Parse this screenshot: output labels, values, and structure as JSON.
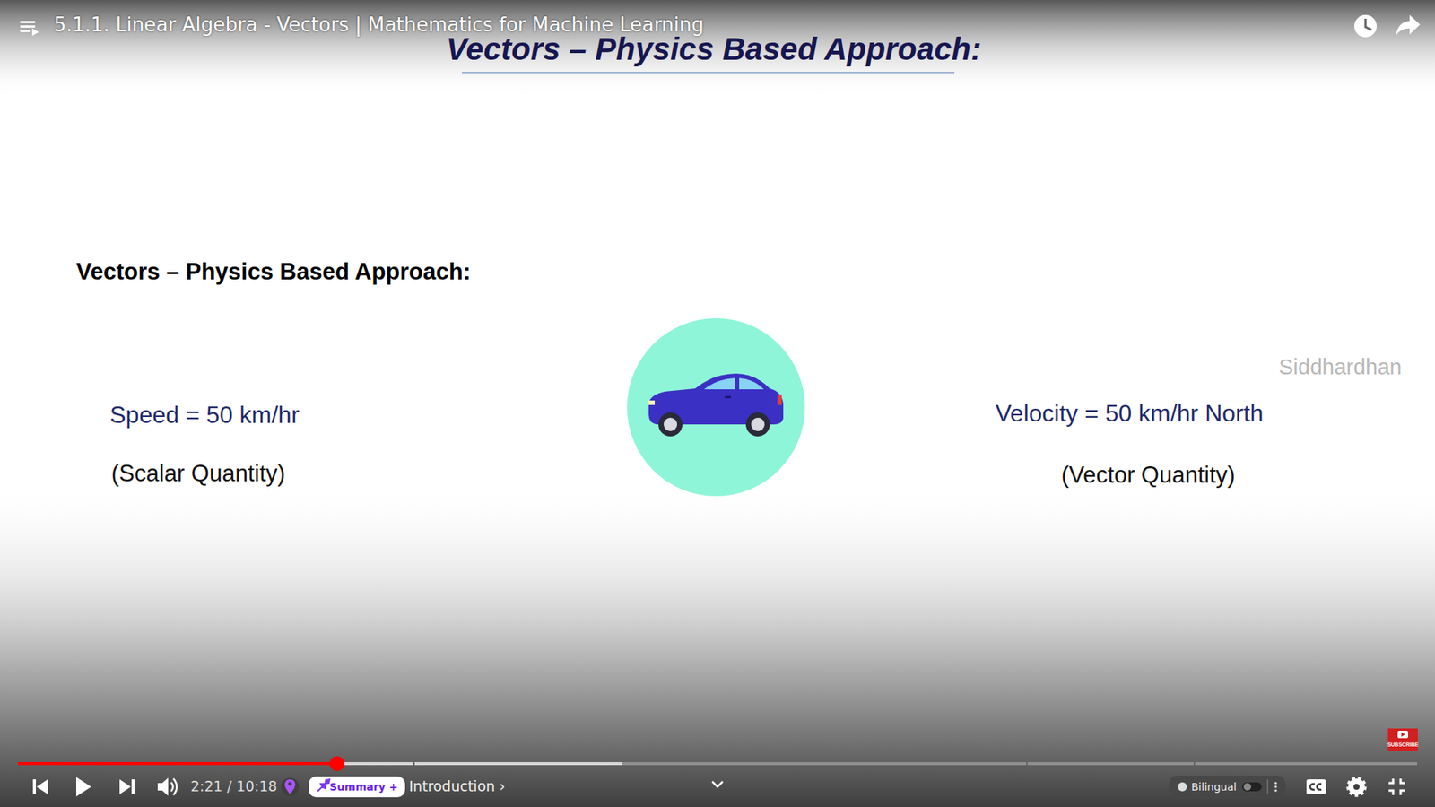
{
  "diagram": {
    "title": "Vectors – Physics Based Approach:",
    "nodes": [
      {
        "text": [
          "Summary +"
        ]
      },
      {
        "text": [
          "Bilingual"
        ]
      }
    ],
    "labels": [
      "5.1.1. Linear Algebra - Vectors | Mathematics for Machine Learning",
      "Vectors – Physics Based Approach:",
      "Speed = 50 km/hr",
      "(Scalar Quantity)",
      "Siddhardhan",
      "Velocity = 50 km/hr North",
      "(Vector Quantity)",
      "2:21 / 10:18",
      "• Introduction ›",
      "SUBSCRIBE"
    ]
  }
}
